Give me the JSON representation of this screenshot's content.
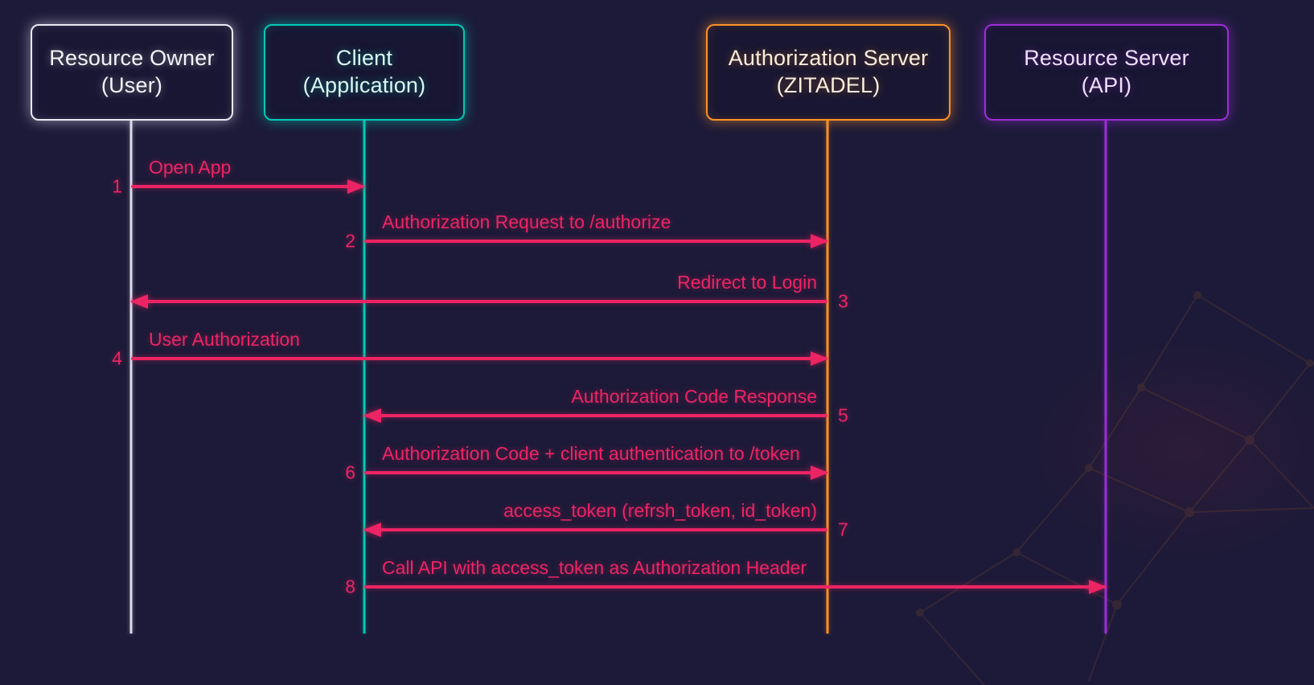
{
  "diagram_type": "sequence",
  "colors": {
    "background": "#1C1A38",
    "arrow": "#ED2464",
    "resource_owner": "#E9E9F2",
    "client": "#00C9B7",
    "authorization_server": "#FB9226",
    "resource_server": "#9A2FD6"
  },
  "actors": [
    {
      "name": "Resource Owner",
      "subtitle": "(User)"
    },
    {
      "name": "Client",
      "subtitle": "(Application)"
    },
    {
      "name": "Authorization Server",
      "subtitle": "(ZITADEL)"
    },
    {
      "name": "Resource Server",
      "subtitle": "(API)"
    }
  ],
  "messages": [
    {
      "number": "1",
      "label": "Open App",
      "from": "Resource Owner (User)",
      "to": "Client (Application)"
    },
    {
      "number": "2",
      "label": "Authorization Request to /authorize",
      "from": "Client (Application)",
      "to": "Authorization Server (ZITADEL)"
    },
    {
      "number": "3",
      "label": "Redirect to Login",
      "from": "Authorization Server (ZITADEL)",
      "to": "Resource Owner (User)"
    },
    {
      "number": "4",
      "label": "User Authorization",
      "from": "Resource Owner (User)",
      "to": "Authorization Server (ZITADEL)"
    },
    {
      "number": "5",
      "label": "Authorization Code Response",
      "from": "Authorization Server (ZITADEL)",
      "to": "Client (Application)"
    },
    {
      "number": "6",
      "label": "Authorization Code + client authentication to /token",
      "from": "Client (Application)",
      "to": "Authorization Server (ZITADEL)"
    },
    {
      "number": "7",
      "label": "access_token (refrsh_token, id_token)",
      "from": "Authorization Server (ZITADEL)",
      "to": "Client (Application)"
    },
    {
      "number": "8",
      "label": "Call API with access_token as Authorization Header",
      "from": "Client (Application)",
      "to": "Resource Server (API)"
    }
  ]
}
